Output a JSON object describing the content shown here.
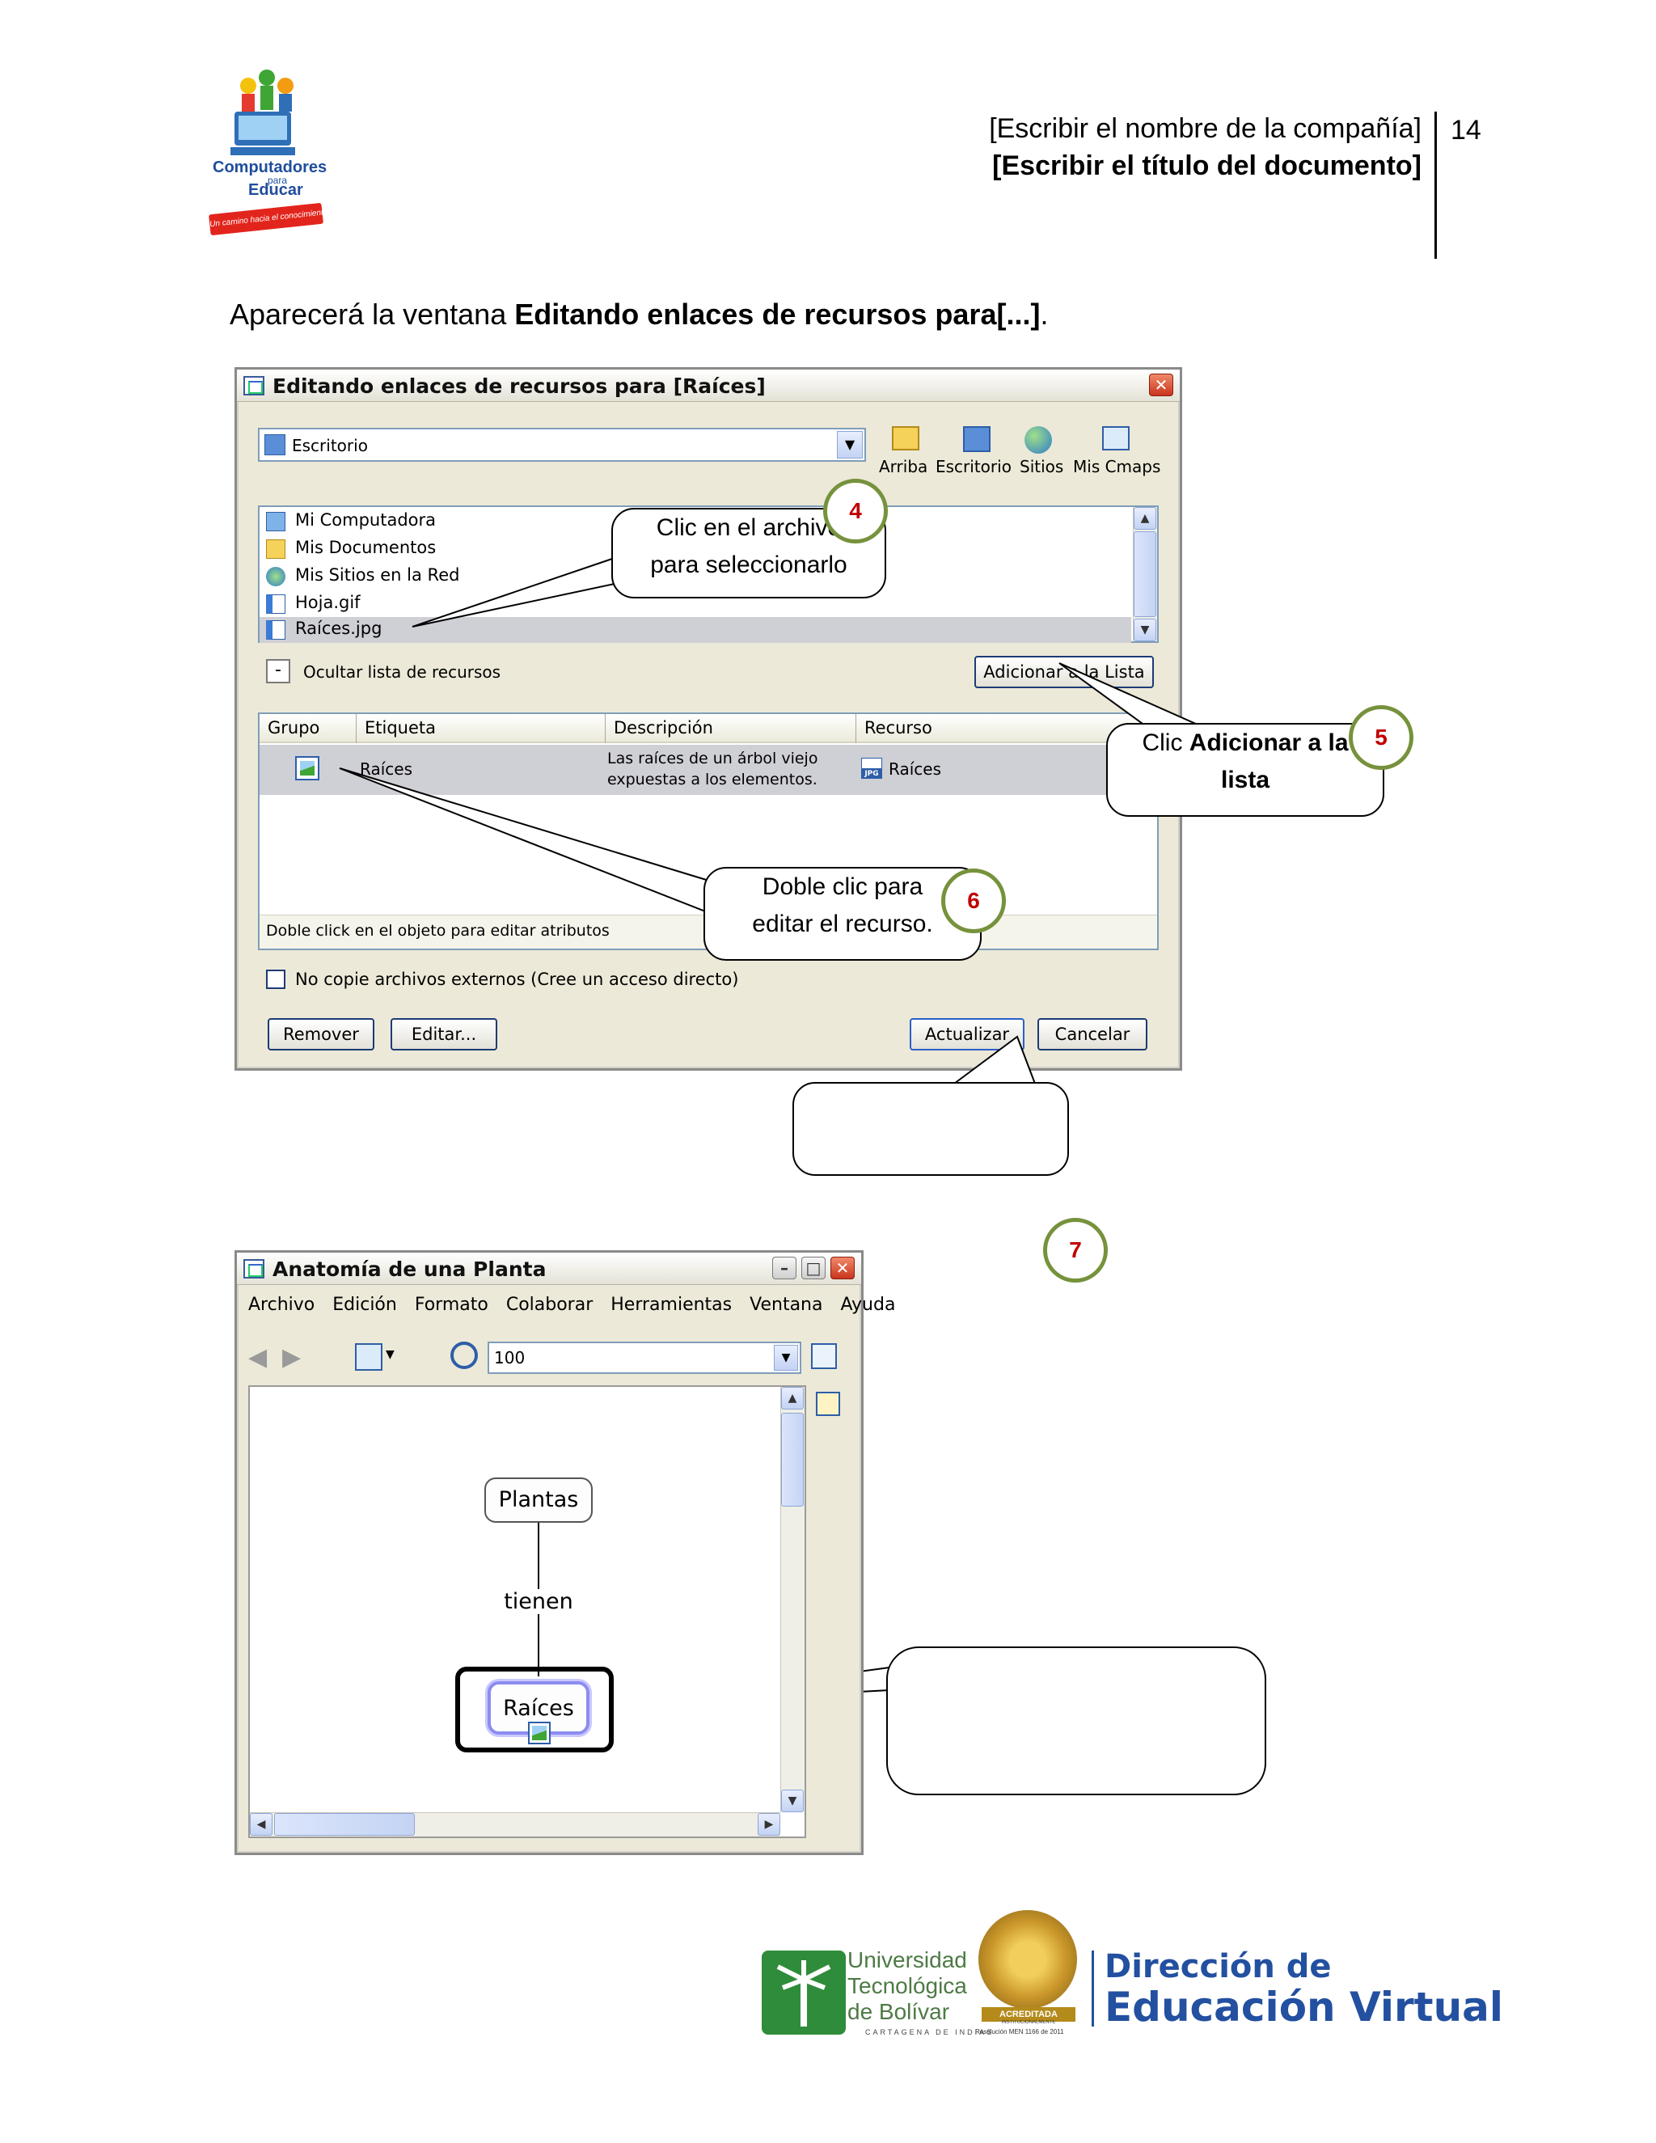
{
  "header": {
    "logo_line1": "Computadores",
    "logo_line2": "para",
    "logo_line3": "Educar",
    "logo_slogan": "Un camino hacia el conocimiento",
    "company": "[Escribir el nombre de la compañía]",
    "doc_title": "[Escribir el título del documento]",
    "page_number": "14"
  },
  "intro": {
    "prefix": "Aparecerá la ventana ",
    "bold": "Editando enlaces de recursos para[...]",
    "suffix": "."
  },
  "dialog": {
    "title": "Editando enlaces de recursos para [Raíces]",
    "location": "Escritorio",
    "toolbar": [
      "Arriba",
      "Escritorio",
      "Sitios",
      "Mis Cmaps"
    ],
    "files": [
      "Mi Computadora",
      "Mis Documentos",
      "Mis Sitios en la Red",
      "Hoja.gif",
      "Raíces.jpg"
    ],
    "hide_toggle": "-",
    "hide_label": "Ocultar lista de recursos",
    "add_button": "Adicionar a la Lista",
    "table": {
      "headers": [
        "Grupo",
        "Etiqueta",
        "Descripción",
        "Recurso"
      ],
      "row": {
        "label": "Raíces",
        "description_line1": "Las raíces de un árbol viejo",
        "description_line2": "expuestas a los elementos.",
        "resource": "Raíces",
        "resource_badge": "JPG"
      },
      "hint": "Doble click en el objeto para editar atributos"
    },
    "no_copy_label": "No copie archivos externos (Cree un acceso directo)",
    "buttons": {
      "remove": "Remover",
      "edit": "Editar...",
      "update": "Actualizar",
      "cancel": "Cancelar"
    }
  },
  "callouts": {
    "c4_line1": "Clic en el archivo",
    "c4_line2": "para seleccionarlo",
    "c5_prefix": "Clic ",
    "c5_bold1": "Adicionar a la",
    "c5_bold2": "lista",
    "c6_line1": "Doble clic para",
    "c6_line2": "editar el recurso.",
    "n4": "4",
    "n5": "5",
    "n6": "6",
    "n7": "7"
  },
  "cmap_window": {
    "title": "Anatomía de una Planta",
    "menu": [
      "Archivo",
      "Edición",
      "Formato",
      "Colaborar",
      "Herramientas",
      "Ventana",
      "Ayuda"
    ],
    "zoom": "100",
    "concepts": {
      "top": "Plantas",
      "link": "tienen",
      "bottom": "Raíces"
    }
  },
  "footer": {
    "utb_line1": "Universidad",
    "utb_line2": "Tecnológica",
    "utb_line3": "de Bolívar",
    "utb_city": "CARTAGENA DE INDIAS",
    "seal_banner": "ACREDITADA",
    "seal_sub": "INSTITUCIONALMENTE",
    "seal_resolution": "Resolución MEN 1166 de 2011",
    "dev_line1": "Dirección de",
    "dev_line2": "Educación Virtual"
  },
  "colors": {
    "callout_ring": "#76923c",
    "callout_number": "#c00000",
    "selection": "#cfcfd6",
    "dev_blue": "#2350a0"
  }
}
